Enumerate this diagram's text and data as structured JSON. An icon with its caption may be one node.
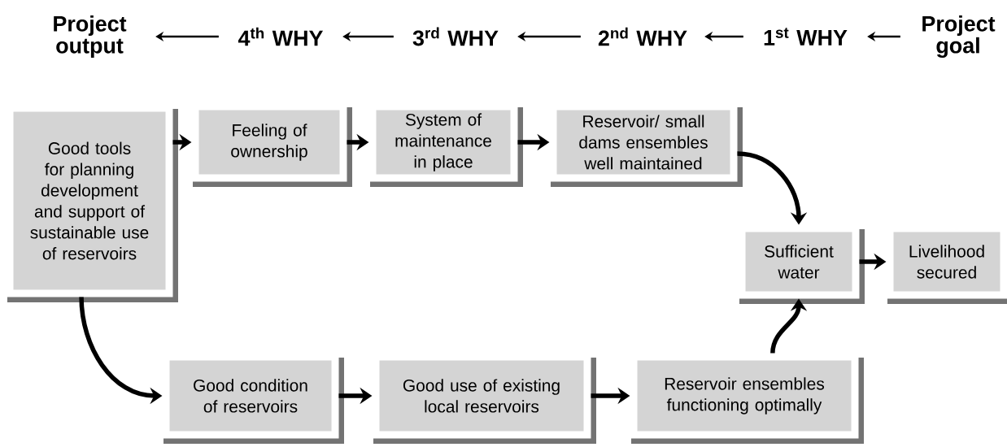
{
  "diagram": {
    "nodes": [
      {
        "text": [
          "Project output"
        ]
      },
      {
        "text": [
          "4$^{th}$ WHY"
        ]
      },
      {
        "text": [
          "3$^{rd}$ WHY"
        ]
      },
      {
        "text": [
          "2$^{nd}$ WHY"
        ]
      },
      {
        "text": [
          "1$^{st}$ WHY"
        ]
      },
      {
        "text": [
          "Project goal"
        ]
      },
      {
        "text": [
          "Good tools for planning development and support of sustainable use of reservoirs"
        ]
      },
      {
        "text": [
          "Feeling of ownership"
        ]
      },
      {
        "text": [
          "System of maintenance in place"
        ]
      },
      {
        "text": [
          "Reservoir/ small dams ensembles well maintained"
        ]
      },
      {
        "text": [
          "Sufficient water"
        ]
      },
      {
        "text": [
          "Livelihood secured"
        ]
      },
      {
        "text": [
          "Good condition of reservoirs"
        ]
      },
      {
        "text": [
          "Good use of existing local reservoirs"
        ]
      },
      {
        "text": [
          "Reservoir ensembles functioning optimally"
        ]
      }
    ],
    "edges": [
      {
        "from": 5,
        "to": 4,
        "arrow": "to"
      },
      {
        "from": 4,
        "to": 3,
        "arrow": "to"
      },
      {
        "from": 3,
        "to": 2,
        "arrow": "to"
      },
      {
        "from": 2,
        "to": 1,
        "arrow": "to"
      },
      {
        "from": 1,
        "to": 0,
        "arrow": "to"
      },
      {
        "from": 6,
        "to": 7,
        "arrow": "to"
      },
      {
        "from": 7,
        "to": 8,
        "arrow": "to"
      },
      {
        "from": 8,
        "to": 9,
        "arrow": "to"
      },
      {
        "from": 9,
        "to": 10,
        "arrow": "to"
      },
      {
        "from": 10,
        "to": 11,
        "arrow": "to"
      },
      {
        "from": 6,
        "to": 12,
        "arrow": "to"
      },
      {
        "from": 12,
        "to": 13,
        "arrow": "to"
      },
      {
        "from": 13,
        "to": 14,
        "arrow": "to"
      },
      {
        "from": 14,
        "to": 10,
        "arrow": "to"
      }
    ]
  }
}
